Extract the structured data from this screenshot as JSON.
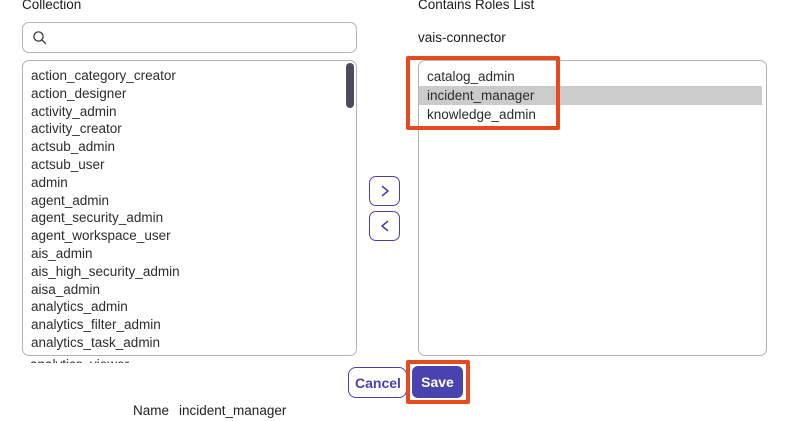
{
  "colors": {
    "accent": "#4742b0",
    "save_bg": "#4843ae",
    "annotation": "#e84a1f",
    "selected_row": "#cbcbcb",
    "scrollbar_thumb": "#4e4c5b"
  },
  "left_panel": {
    "label": "Collection",
    "search": {
      "value": "",
      "placeholder": "",
      "icon": "magnifier"
    },
    "items": [
      "action_category_creator",
      "action_designer",
      "activity_admin",
      "activity_creator",
      "actsub_admin",
      "actsub_user",
      "admin",
      "agent_admin",
      "agent_security_admin",
      "agent_workspace_user",
      "ais_admin",
      "ais_high_security_admin",
      "aisa_admin",
      "analytics_admin",
      "analytics_filter_admin",
      "analytics_task_admin"
    ],
    "clipped_item": "analytics_viewer"
  },
  "transfer": {
    "move_right_icon": "chevron-right",
    "move_left_icon": "chevron-left"
  },
  "right_panel": {
    "label": "Contains Roles List",
    "subtitle": "vais-connector",
    "items": [
      {
        "label": "catalog_admin",
        "selected": false
      },
      {
        "label": "incident_manager",
        "selected": true
      },
      {
        "label": "knowledge_admin",
        "selected": false
      }
    ]
  },
  "footer": {
    "cancel_label": "Cancel",
    "save_label": "Save",
    "name_label": "Name",
    "name_value": "incident_manager"
  }
}
